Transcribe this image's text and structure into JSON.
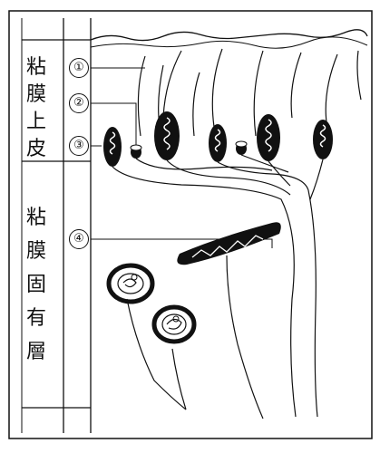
{
  "regions": {
    "epithelium": [
      "粘",
      "膜",
      "上",
      "皮"
    ],
    "lamina_propria": [
      "粘",
      "膜",
      "固",
      "有",
      "層"
    ]
  },
  "markers": [
    "①",
    "②",
    "③",
    "④"
  ]
}
